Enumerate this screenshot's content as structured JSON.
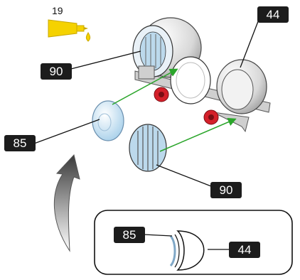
{
  "callouts": {
    "grease_ref": "19",
    "top_left_90": "90",
    "top_right_44": "44",
    "left_85": "85",
    "bottom_90": "90",
    "inset_85": "85",
    "inset_44": "44"
  },
  "colors": {
    "callout_bg": "#1c1c1c",
    "callout_text": "#ffffff",
    "arrow_green": "#2aa52a",
    "grease_yellow": "#f5d200",
    "lens_blue": "#bcd9ec",
    "hardware_red": "#d4202a",
    "housing_gray": "#d6d6d6",
    "line_black": "#111111"
  },
  "icons": {
    "grease": "grease-tube-icon",
    "assembly": "fog-lamp-assembly",
    "direction": "curved-arrow"
  }
}
